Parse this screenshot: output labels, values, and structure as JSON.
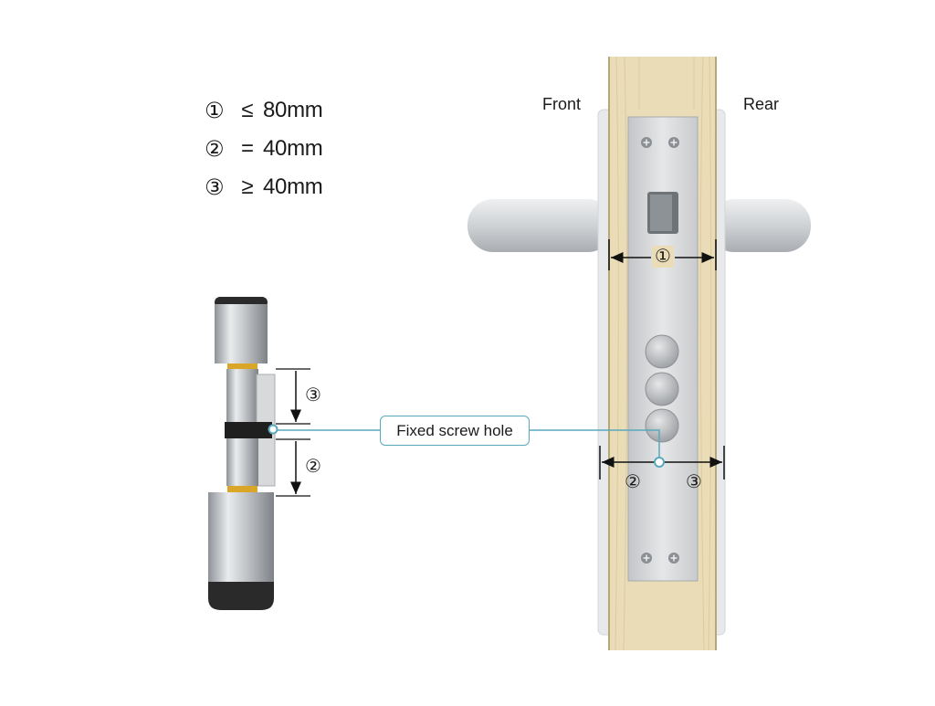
{
  "legend": [
    {
      "number": "①",
      "operator": "≤",
      "value": "80mm"
    },
    {
      "number": "②",
      "operator": "=",
      "value": "40mm"
    },
    {
      "number": "③",
      "operator": "≥",
      "value": "40mm"
    }
  ],
  "labels": {
    "front": "Front",
    "rear": "Rear",
    "callout": "Fixed screw hole",
    "door_dim": "①",
    "cyl_upper_dim": "③",
    "cyl_lower_dim": "②",
    "bottom_left_dim": "②",
    "bottom_right_dim": "③"
  },
  "colors": {
    "wood": "#e9dcb7",
    "wood_grain": "#d7c79c",
    "plate": "#d8d9da",
    "handle": "#c9cbcd",
    "cylinder_metal": "#b9bcc0",
    "cap": "#2a2a2a",
    "brass": "#d9a628",
    "callout_line": "#5aa8bd"
  },
  "icons": {
    "screw": "cross-head-screw-icon",
    "hole": "round-hole-icon"
  }
}
